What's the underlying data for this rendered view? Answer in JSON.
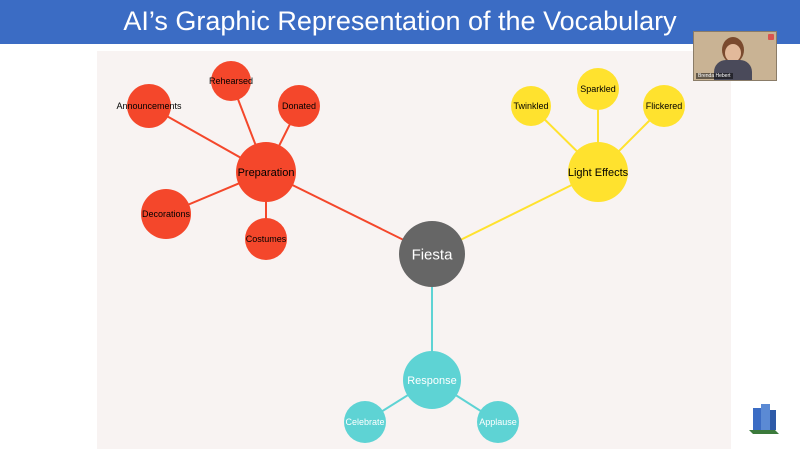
{
  "slide_title": "AI’s Graphic Representation of the Vocabulary",
  "webcam": {
    "caption": "Brenda Hebert"
  },
  "icons": {
    "mic": "mic-muted-icon",
    "logo": "book-logo-icon"
  },
  "colors": {
    "title_bar": "#3b6cc4",
    "preparation": "#f4472b",
    "light_effects": "#ffe22e",
    "response": "#5ed3d4",
    "center": "#666666"
  },
  "mindmap": {
    "center": "Fiesta",
    "branches": [
      {
        "name": "Preparation",
        "children": [
          "Announcements",
          "Rehearsed",
          "Donated",
          "Decorations",
          "Costumes"
        ]
      },
      {
        "name": "Light Effects",
        "children": [
          "Twinkled",
          "Sparkled",
          "Flickered"
        ]
      },
      {
        "name": "Response",
        "children": [
          "Celebrate",
          "Applause"
        ]
      }
    ]
  }
}
